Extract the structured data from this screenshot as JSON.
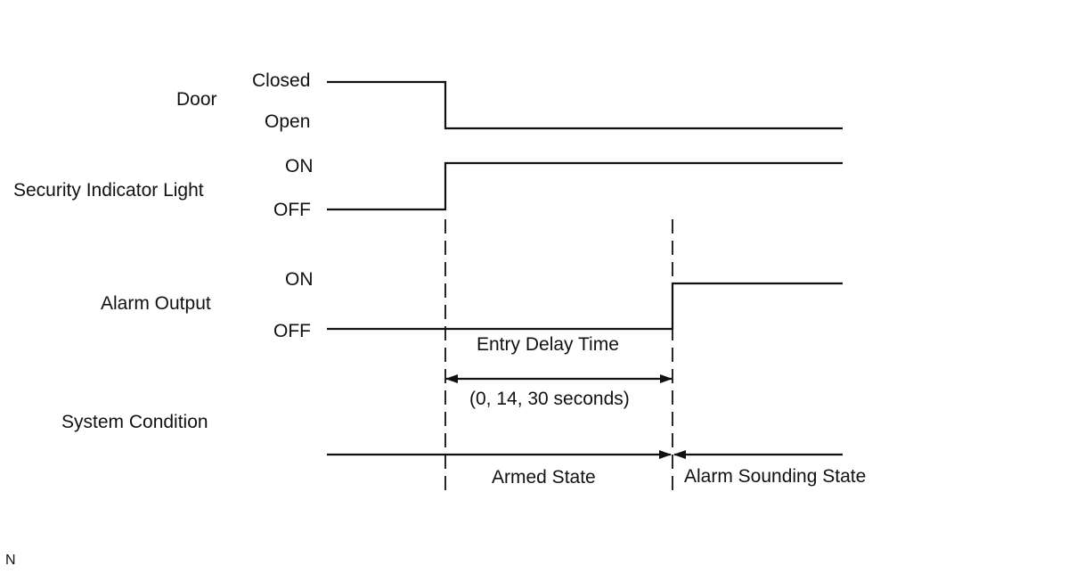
{
  "signals": {
    "door": {
      "name": "Door",
      "high": "Closed",
      "low": "Open"
    },
    "security_light": {
      "name": "Security Indicator Light",
      "high": "ON",
      "low": "OFF"
    },
    "alarm_output": {
      "name": "Alarm Output",
      "high": "ON",
      "low": "OFF"
    },
    "system_condition": {
      "name": "System Condition"
    }
  },
  "annotations": {
    "entry_delay": "Entry Delay Time",
    "entry_delay_values": "(0, 14, 30 seconds)",
    "armed_state": "Armed State",
    "alarm_sounding_state": "Alarm Sounding State"
  },
  "footer_code": "N"
}
